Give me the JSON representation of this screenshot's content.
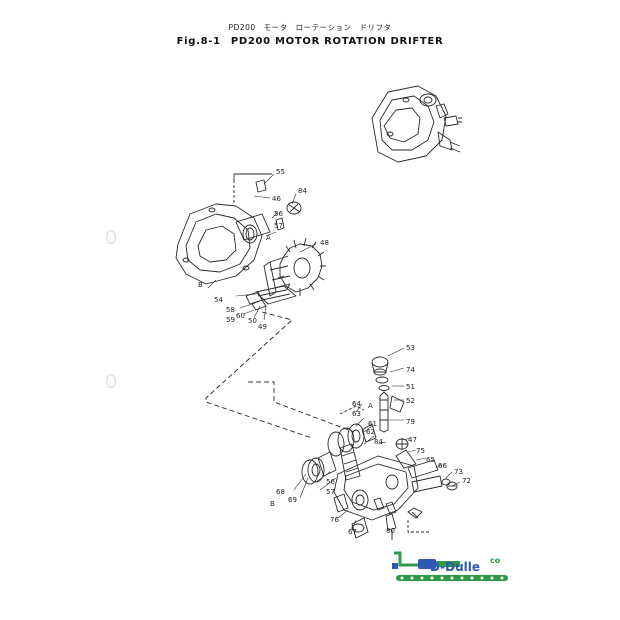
{
  "title_jp": "PD200　モータ　ローテーション　ドリフタ",
  "fig_label": "Fig.8-1",
  "title_en": "PD200 MOTOR ROTATION DRIFTER",
  "callouts": {
    "c55": "55",
    "c46": "46",
    "c84a": "84",
    "c56a": "56",
    "c57a": "57",
    "cA1": "A",
    "c48": "48",
    "cB1": "B",
    "c54": "54",
    "c58": "58",
    "c59": "59",
    "c60": "60",
    "c50": "50",
    "c49": "49",
    "c53": "53",
    "c74": "74",
    "c51": "51",
    "c52": "52",
    "c64": "64",
    "cA2": "A",
    "c63": "63",
    "c79": "79",
    "c61": "61",
    "c62": "62",
    "c84b": "84",
    "c47": "47",
    "c75": "75",
    "c65": "65",
    "c66": "66",
    "c73": "73",
    "c72": "72",
    "c68": "68",
    "c69": "69",
    "cB2": "B",
    "c56b": "56",
    "c57b": "57",
    "c76": "76",
    "c80": "80",
    "c67": "67"
  },
  "logo": {
    "text": "D-Dulle",
    "subtext": "co",
    "colors": {
      "blue": "#2f57b4",
      "green": "#2f9a4a"
    }
  }
}
